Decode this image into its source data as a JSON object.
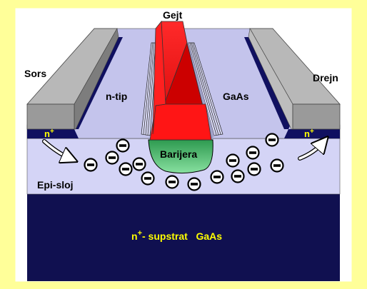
{
  "labels": {
    "gate": "Gejt",
    "source": "Sors",
    "drain": "Drejn",
    "n_type_left": "n-tip",
    "n_type_right": "GaAs",
    "barrier": "Barijera",
    "epi_layer": "Epi-sloj",
    "n_plus_left_base": "n",
    "n_plus_left_sup": "+",
    "n_plus_right_base": "n",
    "n_plus_right_sup": "+",
    "substrate_prefix_base": "n",
    "substrate_prefix_sup": "+",
    "substrate_text": "- supstrat   GaAs"
  },
  "electron_symbol": "−",
  "colors": {
    "background": "#ffff99",
    "substrate": "#101050",
    "epi_layer": "#d0d0f4",
    "channel_top": "#c8c8f0",
    "contact_metal": "#9a9a9a",
    "gate": "#ee1111",
    "barrier": "#33aa55",
    "n_plus": "#101060",
    "label_yellow": "#ffff00"
  }
}
